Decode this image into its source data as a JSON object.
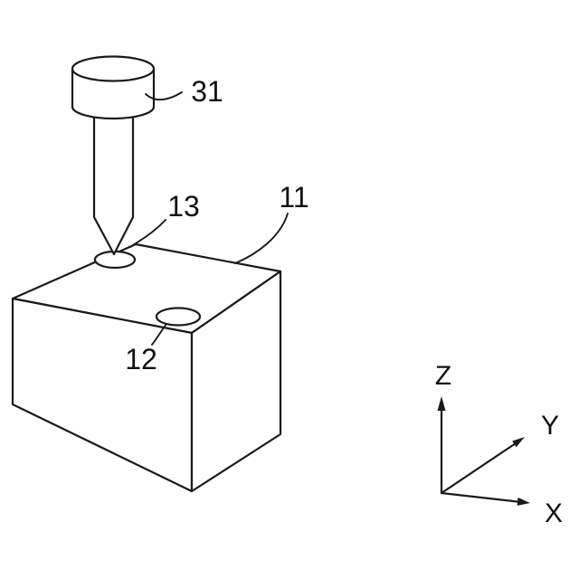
{
  "diagram": {
    "part_labels": {
      "tool": "31",
      "center_hole": "13",
      "block": "11",
      "side_hole": "12"
    },
    "axis_labels": {
      "z": "Z",
      "y": "Y",
      "x": "X"
    },
    "colors": {
      "line": "#1a1a1a",
      "background": "#ffffff",
      "face_fill": "#ffffff"
    }
  }
}
